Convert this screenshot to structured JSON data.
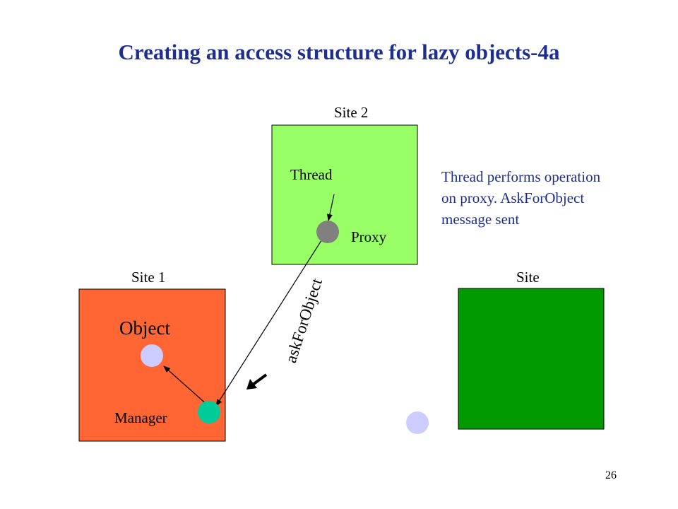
{
  "slide": {
    "title": "Creating an access structure for lazy objects-4a",
    "page_number": "26"
  },
  "sites": {
    "site2": {
      "label": "Site 2",
      "color": "#99ff66"
    },
    "site1": {
      "label": "Site 1",
      "color": "#ff6633"
    },
    "site3": {
      "label": "Site",
      "color": "#009900"
    }
  },
  "nodes": {
    "thread_label": "Thread",
    "proxy": {
      "label": "Proxy",
      "color": "#808080"
    },
    "object": {
      "label": "Object",
      "color": "#ccccff"
    },
    "manager": {
      "label": "Manager",
      "color": "#00cc99"
    },
    "remote_object": {
      "color": "#ccccff"
    }
  },
  "message": {
    "label": "askForObject"
  },
  "note": {
    "lines": [
      "Thread performs operation",
      "on proxy. AskForObject",
      "message sent"
    ],
    "color": "#1f2f8f"
  }
}
